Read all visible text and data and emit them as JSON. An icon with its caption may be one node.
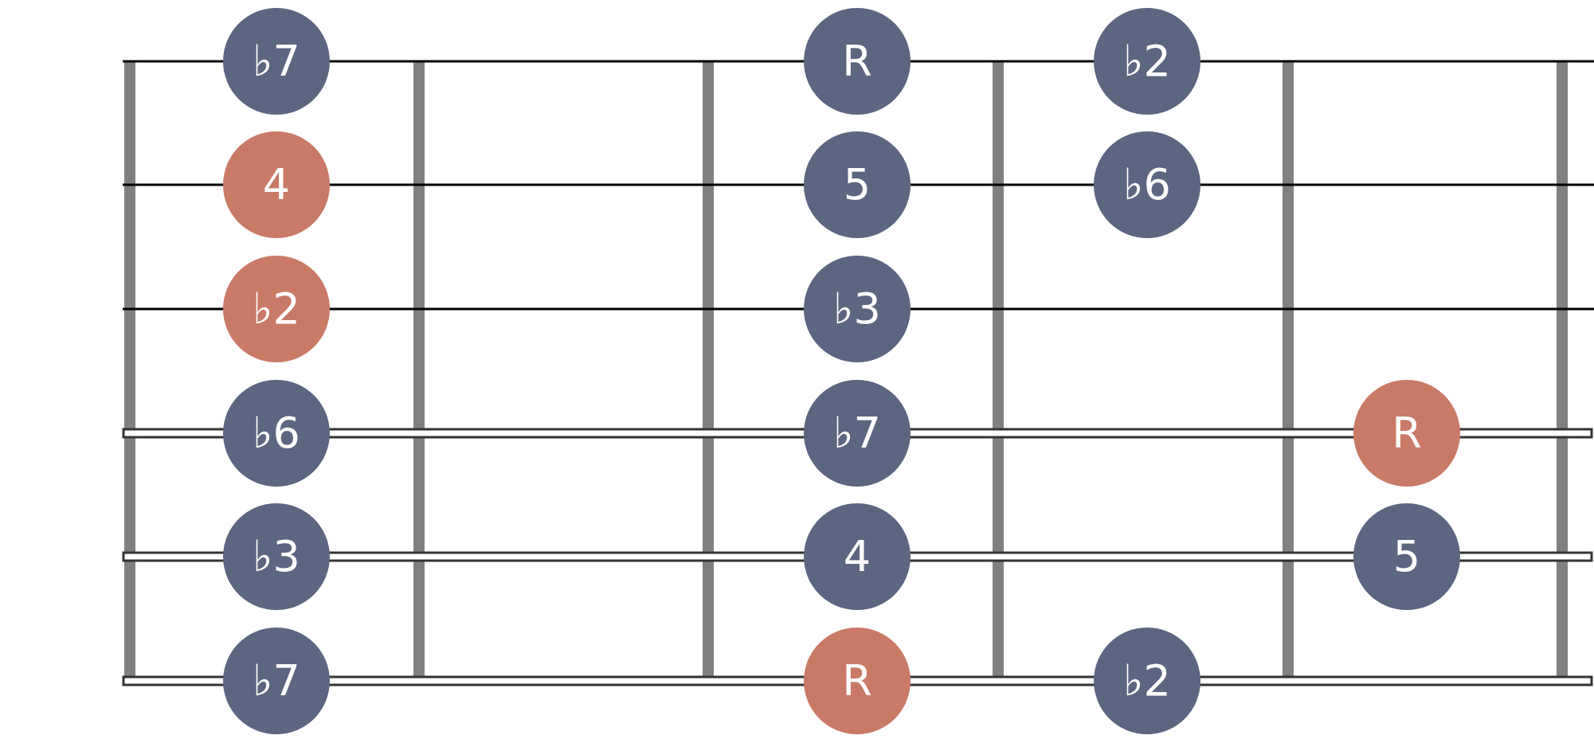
{
  "diagram": {
    "nodes": [
      {
        "text": [
          "♭7"
        ]
      },
      {
        "text": [
          "R"
        ]
      },
      {
        "text": [
          "♭2"
        ]
      },
      {
        "text": [
          "4"
        ]
      },
      {
        "text": [
          "5"
        ]
      },
      {
        "text": [
          "♭6"
        ]
      },
      {
        "text": [
          "♭2"
        ]
      },
      {
        "text": [
          "♭3"
        ]
      },
      {
        "text": [
          "♭6"
        ]
      },
      {
        "text": [
          "♭7"
        ]
      },
      {
        "text": [
          "R"
        ]
      },
      {
        "text": [
          "♭3"
        ]
      },
      {
        "text": [
          "4"
        ]
      },
      {
        "text": [
          "5"
        ]
      },
      {
        "text": [
          "♭7"
        ]
      },
      {
        "text": [
          "R"
        ]
      },
      {
        "text": [
          "♭2"
        ]
      }
    ]
  }
}
